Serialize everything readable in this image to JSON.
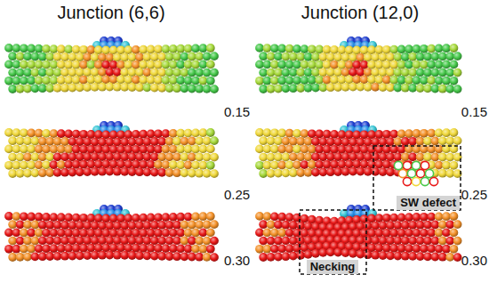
{
  "diagram": {
    "labels": [
      "Junction (6,6)",
      "Junction (12,0)",
      "0.15",
      "0.25",
      "0.30",
      "0.15",
      "0.25",
      "0.30",
      "SW defect",
      "Necking"
    ]
  }
}
